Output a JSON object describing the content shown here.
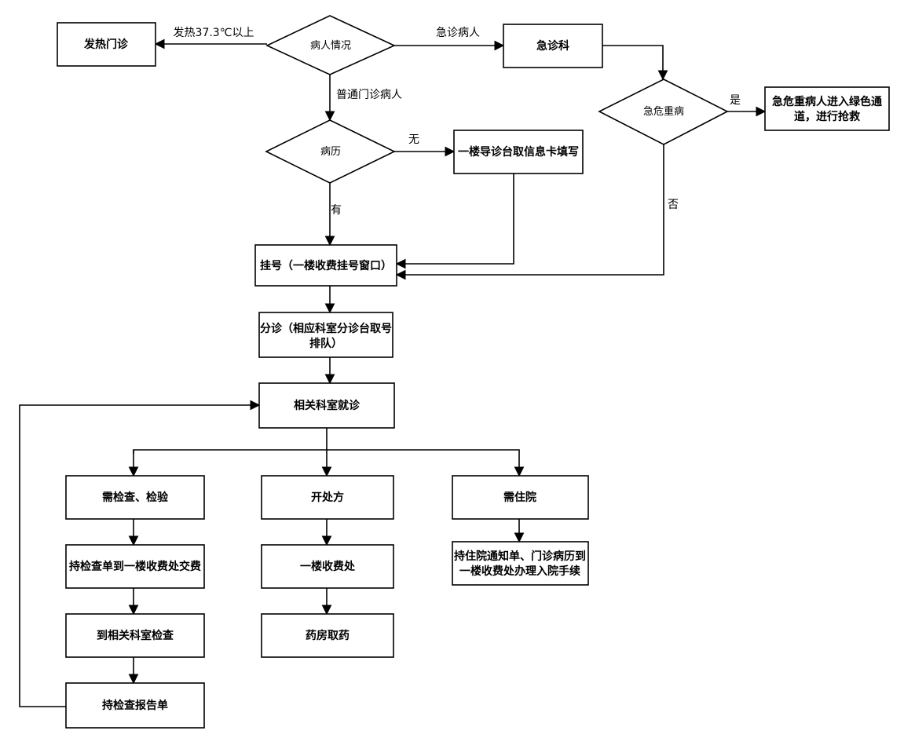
{
  "flowchart": {
    "nodes": {
      "fever_clinic": "发热门诊",
      "patient_condition": "病人情况",
      "emergency_dept": "急诊科",
      "critical_check": "急危重病",
      "green_channel": [
        "急危重病人进入绿色通",
        "道，进行抢救"
      ],
      "medical_record": "病历",
      "info_card": "一楼导诊台取信息卡填写",
      "registration": "挂号（一楼收费挂号窗口）",
      "triage": [
        "分诊（相应科室分诊台取号",
        "排队）"
      ],
      "consultation": "相关科室就诊",
      "need_exam": "需检查、检验",
      "prescription": "开处方",
      "need_admission": "需住院",
      "pay_exam": "持检查单到一楼收费处交费",
      "pay_prescription": "一楼收费处",
      "admission_procedure": [
        "持住院通知单、门诊病历到",
        "一楼收费处办理入院手续"
      ],
      "do_exam": "到相关科室检查",
      "pharmacy": "药房取药",
      "exam_report": "持检查报告单"
    },
    "edges": {
      "fever": "发热37.3℃以上",
      "emergency_patient": "急诊病人",
      "outpatient": "普通门诊病人",
      "yes_critical": "是",
      "no_critical": "否",
      "no_record": "无",
      "has_record": "有"
    }
  }
}
